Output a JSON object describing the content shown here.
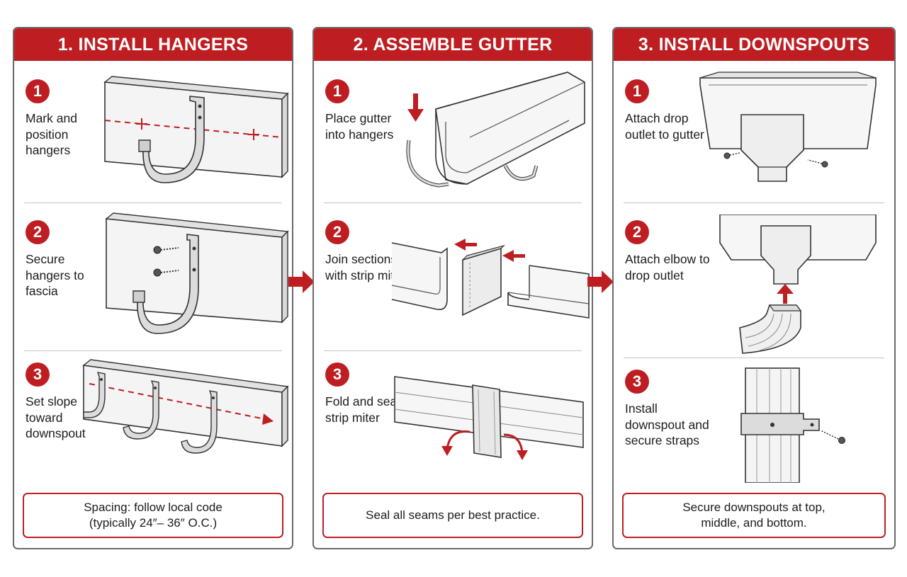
{
  "colors": {
    "accent": "#be1e22",
    "border": "#6a6a6a",
    "divider": "#c4c4c4"
  },
  "panels": [
    {
      "title": "1. INSTALL HANGERS",
      "steps": [
        {
          "number": "1",
          "text": "Mark and position hangers"
        },
        {
          "number": "2",
          "text": "Secure hangers to fascia"
        },
        {
          "number": "3",
          "text": "Set slope toward downspout"
        }
      ],
      "note_line1": "Spacing: follow local code",
      "note_line2": "(typically 24″– 36″ O.C.)"
    },
    {
      "title": "2. ASSEMBLE GUTTER",
      "steps": [
        {
          "number": "1",
          "text": "Place gutter into hangers"
        },
        {
          "number": "2",
          "text": "Join sections with strip miter"
        },
        {
          "number": "3",
          "text": "Fold and seal strip miter"
        }
      ],
      "note_line1": "Seal all seams per best practice.",
      "note_line2": ""
    },
    {
      "title": "3. INSTALL DOWNSPOUTS",
      "steps": [
        {
          "number": "1",
          "text": "Attach drop outlet to gutter"
        },
        {
          "number": "2",
          "text": "Attach elbow to drop outlet"
        },
        {
          "number": "3",
          "text": "Install downspout and secure straps"
        }
      ],
      "note_line1": "Secure downspouts at top,",
      "note_line2": "middle, and bottom."
    }
  ]
}
